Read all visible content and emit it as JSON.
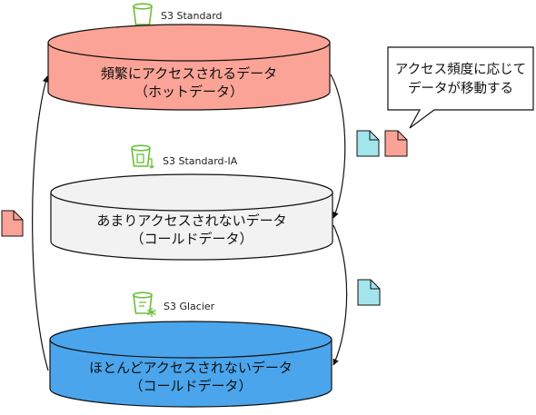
{
  "colors": {
    "hot": "#fba396",
    "cool": "#f2f2f2",
    "cold": "#4aa5ec",
    "stroke": "#111111",
    "icon": "#6abf3a",
    "file_hot": "#fba396",
    "file_cold": "#a3e5ec"
  },
  "tiers": [
    {
      "id": "standard",
      "label": "S3 Standard",
      "icon": "bucket-icon",
      "line1": "頻繁にアクセスされるデータ",
      "line2": "（ホットデータ）"
    },
    {
      "id": "standard-ia",
      "label": "S3 Standard-IA",
      "icon": "bucket-infrequent-access-icon",
      "line1": "あまりアクセスされないデータ",
      "line2": "（コールドデータ）"
    },
    {
      "id": "glacier",
      "label": "S3 Glacier",
      "icon": "bucket-glacier-icon",
      "line1": "ほとんどアクセスされないデータ",
      "line2": "（コールドデータ）"
    }
  ],
  "callout": {
    "line1": "アクセス頻度に応じて",
    "line2": "データが移動する"
  }
}
